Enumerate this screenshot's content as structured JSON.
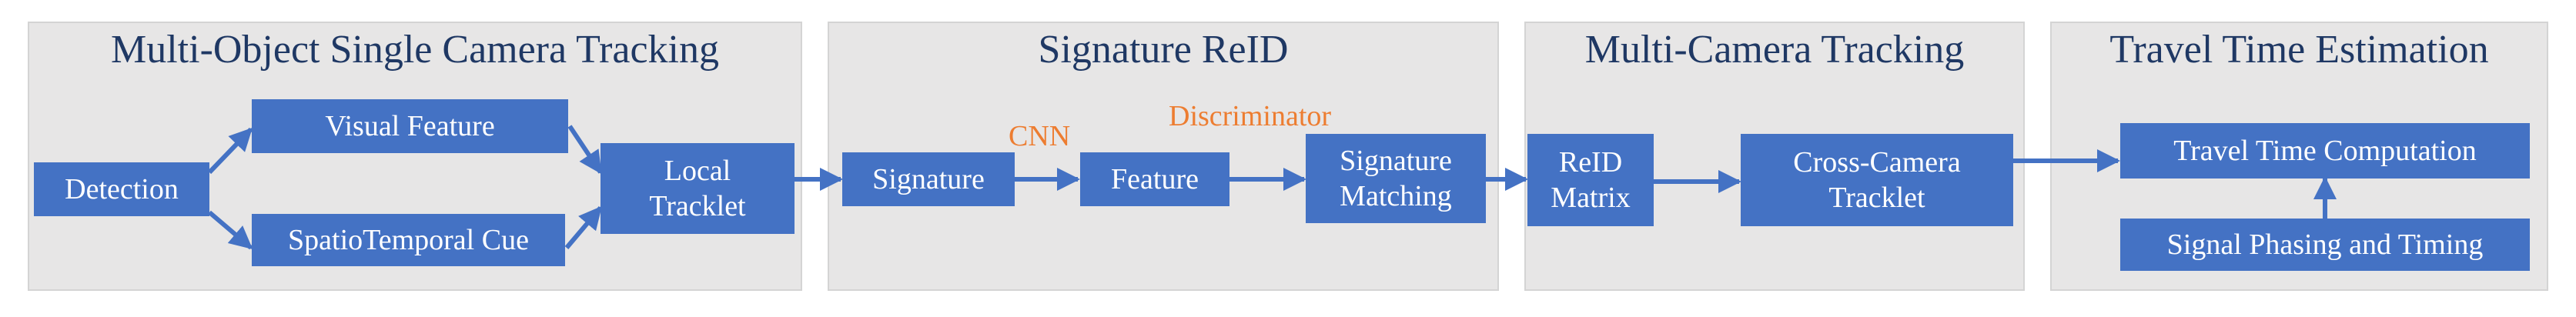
{
  "colors": {
    "panel_bg": "#e7e6e6",
    "box_fill": "#4472c4",
    "title_text": "#1f3864",
    "annotation_text": "#ed7d31",
    "arrow": "#4472c4"
  },
  "sections": {
    "mot": {
      "title": "Multi-Object Single Camera Tracking"
    },
    "reid": {
      "title": "Signature ReID"
    },
    "mct": {
      "title": "Multi-Camera Tracking"
    },
    "tte": {
      "title": "Travel Time Estimation"
    }
  },
  "nodes": {
    "detection": "Detection",
    "visual_feature": "Visual Feature",
    "spatiotemporal_cue": "SpatioTemporal Cue",
    "local_tracklet": "Local\nTracklet",
    "signature": "Signature",
    "feature": "Feature",
    "signature_matching": "Signature\nMatching",
    "reid_matrix": "ReID\nMatrix",
    "cross_camera_tracklet": "Cross-Camera\nTracklet",
    "travel_time_computation": "Travel Time Computation",
    "signal_phasing_timing": "Signal Phasing and Timing"
  },
  "edge_labels": {
    "cnn": "CNN",
    "discriminator": "Discriminator"
  }
}
